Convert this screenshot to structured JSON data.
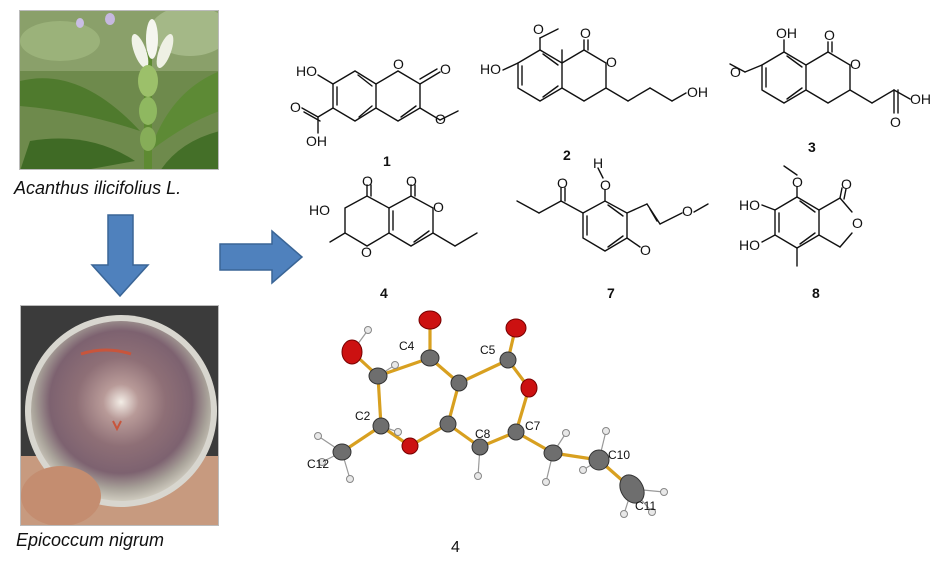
{
  "plant_caption": "Acanthus ilicifolius L.",
  "fungus_caption": "Epicoccum nigrum",
  "compound_numbers": {
    "c1": "1",
    "c2": "2",
    "c3": "3",
    "c4": "4",
    "c7": "7",
    "c8": "8"
  },
  "substituent_labels": {
    "ho": "HO",
    "oh": "OH",
    "o": "O",
    "h": "H"
  },
  "crystal_structure": {
    "compound_number": "4",
    "atom_labels": {
      "c2": "C2",
      "c4": "C4",
      "c5": "C5",
      "c7": "C7",
      "c8": "C8",
      "c10": "C10",
      "c11": "C11",
      "c12": "C12"
    }
  },
  "colors": {
    "arrow": "#4f81bd",
    "oxygen": "#cc1111",
    "carbon": "#6e6e6e",
    "bond_gold": "#d8a020"
  }
}
